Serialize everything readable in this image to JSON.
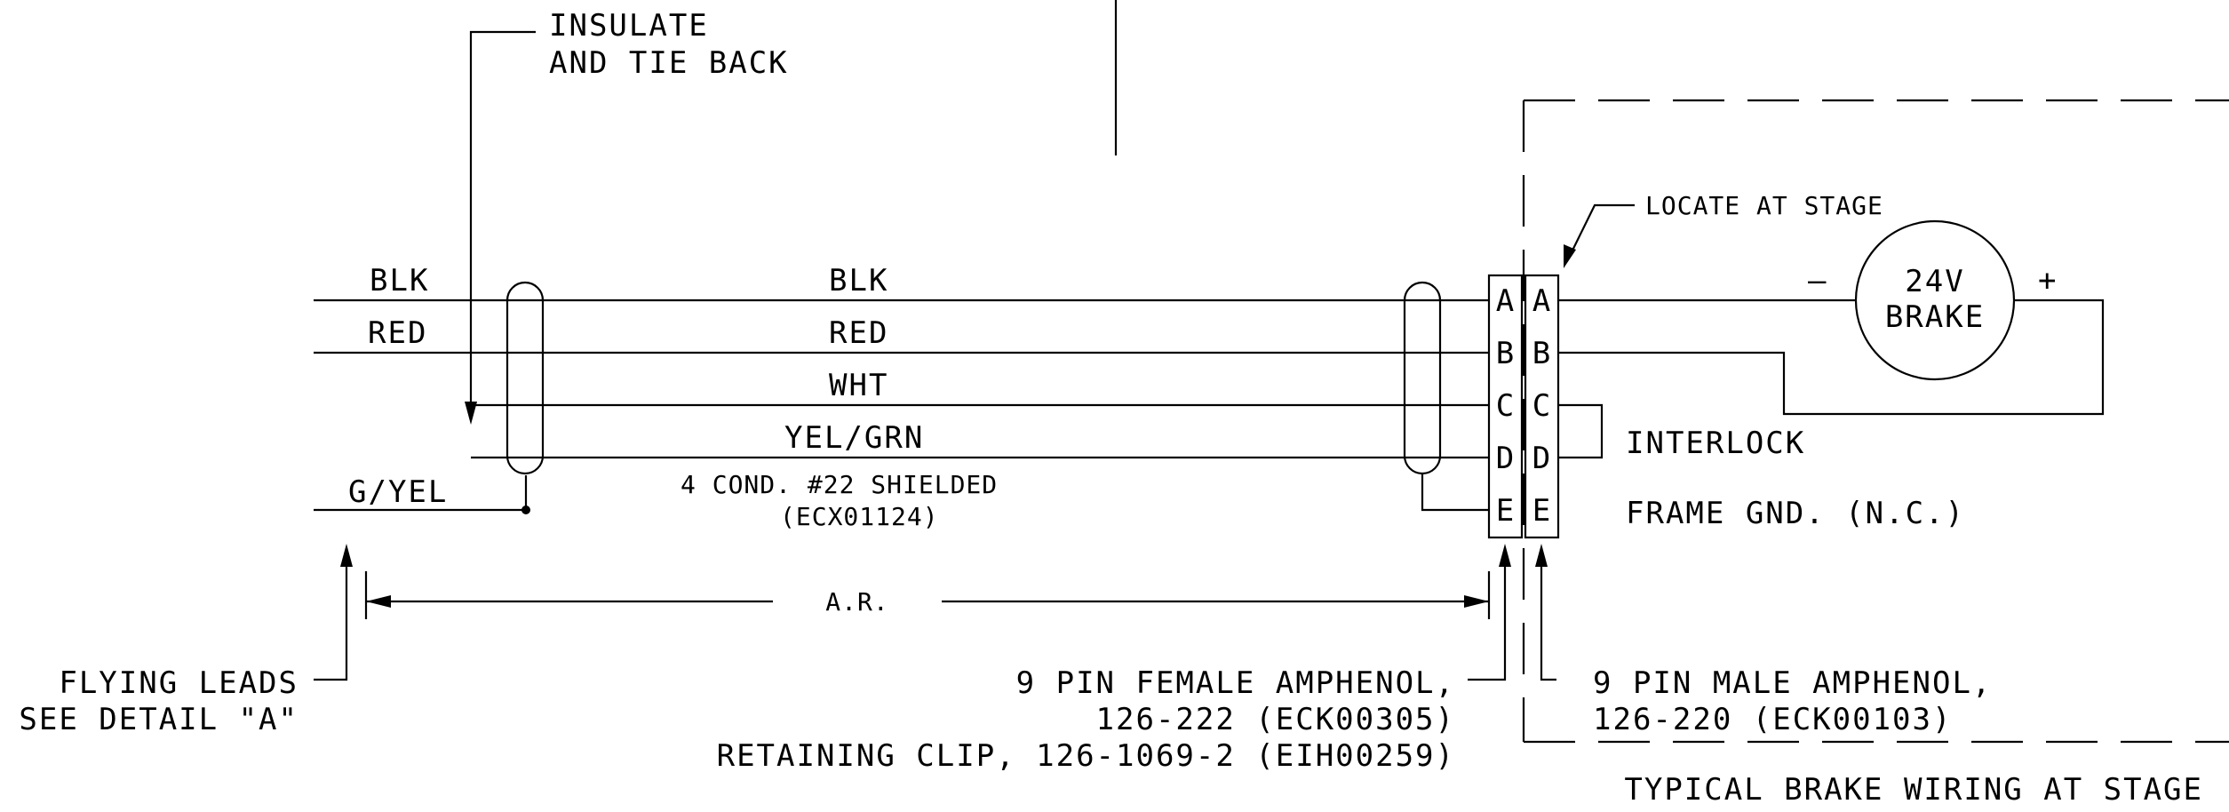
{
  "labels": {
    "insulate_line1": "INSULATE",
    "insulate_line2": "AND TIE BACK",
    "locate_at_stage": "LOCATE AT STAGE",
    "blk_left": "BLK",
    "red_left": "RED",
    "blk_mid": "BLK",
    "red_mid": "RED",
    "wht_mid": "WHT",
    "yelgrn_mid": "YEL/GRN",
    "gyel": "G/YEL",
    "cable_line1": "4 COND. #22 SHIELDED",
    "cable_line2": "(ECX01124)",
    "ar": "A.R.",
    "brake_line1": "24V",
    "brake_line2": "BRAKE",
    "minus": "–",
    "plus": "+",
    "interlock": "INTERLOCK",
    "frame_gnd": "FRAME GND. (N.C.)",
    "flying_leads_line1": "FLYING LEADS",
    "flying_leads_line2": "SEE DETAIL \"A\"",
    "female_line1": "9 PIN FEMALE AMPHENOL,",
    "female_line2": "126-222 (ECK00305)",
    "female_line3": "RETAINING CLIP, 126-1069-2 (EIH00259)",
    "male_line1": "9 PIN MALE AMPHENOL,",
    "male_line2": "126-220 (ECK00103)",
    "caption": "TYPICAL BRAKE WIRING AT STAGE"
  },
  "connector_female_pins": [
    "A",
    "B",
    "C",
    "D",
    "E"
  ],
  "connector_male_pins": [
    "A",
    "B",
    "C",
    "D",
    "E"
  ]
}
